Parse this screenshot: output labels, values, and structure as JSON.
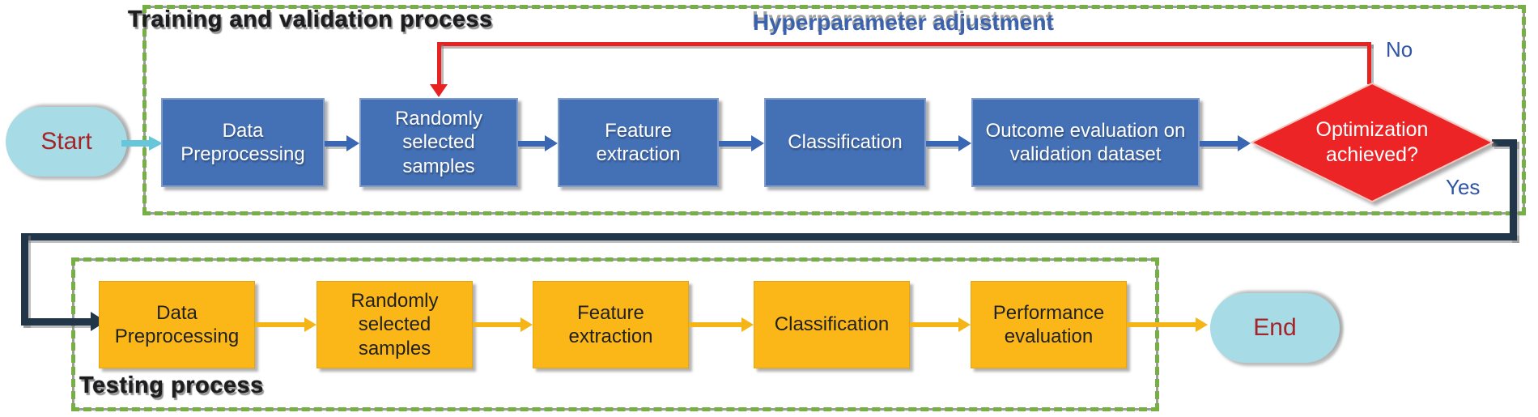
{
  "flowchart": {
    "training": {
      "section_title": "Training and validation process",
      "feedback_label": "Hyperparameter adjustment",
      "start_label": "Start",
      "steps": [
        "Data Preprocessing",
        "Randomly selected samples",
        "Feature extraction",
        "Classification",
        "Outcome evaluation on validation dataset"
      ],
      "decision_label": "Optimization achieved?",
      "decision_no": "No",
      "decision_yes": "Yes"
    },
    "testing": {
      "section_title": "Testing process",
      "steps": [
        "Data Preprocessing",
        "Randomly selected samples",
        "Feature extraction",
        "Classification",
        "Performance evaluation"
      ],
      "end_label": "End"
    },
    "colors": {
      "training_box_fill": "#4470b5",
      "testing_box_fill": "#fbb717",
      "terminal_fill": "#a7dbe6",
      "terminal_text": "#a5242a",
      "decision_fill": "#ec2425",
      "dashed_border_green": "#76b045",
      "no_feedback_line": "#e62222",
      "yes_line_navy": "#223649",
      "blue_labels": "#2f55a4"
    }
  }
}
